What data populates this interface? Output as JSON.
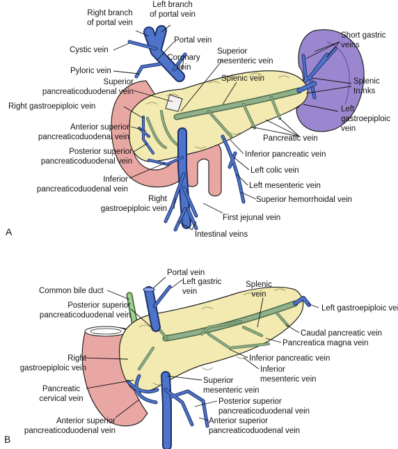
{
  "panels": {
    "a": "A",
    "b": "B"
  },
  "labels_a": {
    "right_branch_portal": [
      "Right branch",
      "of portal vein"
    ],
    "left_branch_portal": [
      "Left branch",
      "of portal vein"
    ],
    "cystic_vein": "Cystic vein",
    "portal_vein": "Portal vein",
    "coronary_vein": [
      "Coronary",
      "vein"
    ],
    "pyloric_vein": "Pyloric vein",
    "superior_mesenteric_vein": [
      "Superior",
      "mesenteric vein"
    ],
    "superior_pd_vein": [
      "Superior",
      "pancreaticoduodenal vein"
    ],
    "splenic_vein": "Splenic vein",
    "short_gastric_veins": [
      "Short gastric",
      "veins"
    ],
    "splenic_trunks": [
      "Splenic",
      "trunks"
    ],
    "right_gastroepiploic_vein": "Right gastroepiploic vein",
    "left_gastroepiploic_vein": [
      "Left",
      "gastroepiploic",
      "vein"
    ],
    "anterior_superior_pd_vein": [
      "Anterior superior",
      "pancreaticoduodenal vein"
    ],
    "pancreatic_vein": "Pancreatic vein",
    "posterior_superior_pd_vein": [
      "Posterior superior",
      "pancreaticoduodenal vein"
    ],
    "inferior_pancreatic_vein": "Inferior pancreatic vein",
    "left_colic_vein": "Left colic vein",
    "inferior_pd_vein": [
      "Inferior",
      "pancreaticoduodenal vein"
    ],
    "left_mesenteric_vein": "Left mesenteric vein",
    "superior_hemorrhoidal_vein": "Superior hemorrhoidal vein",
    "right_gastroepiploic_vein_2": [
      "Right",
      "gastroepiploic vein"
    ],
    "first_jejunal_vein": "First jejunal vein",
    "intestinal_veins": "Intestinal veins"
  },
  "labels_b": {
    "portal_vein": "Portal vein",
    "left_gastric_vein": [
      "Left gastric",
      "vein"
    ],
    "common_bile_duct": "Common bile duct",
    "splenic_vein": [
      "Splenic",
      "vein"
    ],
    "posterior_superior_pd_vein": [
      "Posterior superior",
      "pancreaticoduodenal vein"
    ],
    "left_gastroepiploic_vein": "Left gastroepiploic vein",
    "caudal_pancreatic_vein": "Caudal pancreatic vein",
    "pancreatica_magna_vein": "Pancreatica magna vein",
    "right_gastroepiploic_vein": [
      "Right",
      "gastroepiploic vein"
    ],
    "inferior_pancreatic_vein": "Inferior pancreatic vein",
    "inferior_mesenteric_vein": [
      "Inferior",
      "mesenteric vein"
    ],
    "pancreatic_cervical_vein": [
      "Pancreatic",
      "cervical vein"
    ],
    "superior_mesenteric_vein": [
      "Superior",
      "mesenteric vein"
    ],
    "posterior_superior_pd_vein_2": [
      "Posterior superior",
      "pancreaticoduodenal vein"
    ],
    "anterior_superior_pd_vein": [
      "Anterior superior",
      "pancreaticoduodenal vein"
    ],
    "anterior_superior_pd_vein_2": [
      "Anterior superior",
      "pancreaticoduodenal vein"
    ]
  },
  "colors": {
    "vein": "#4d74c9",
    "pancreas": "#f2eab0",
    "duodenum": "#e9a7a4",
    "spleen": "#9b87cf",
    "bile_duct": "#9fcf8e"
  }
}
